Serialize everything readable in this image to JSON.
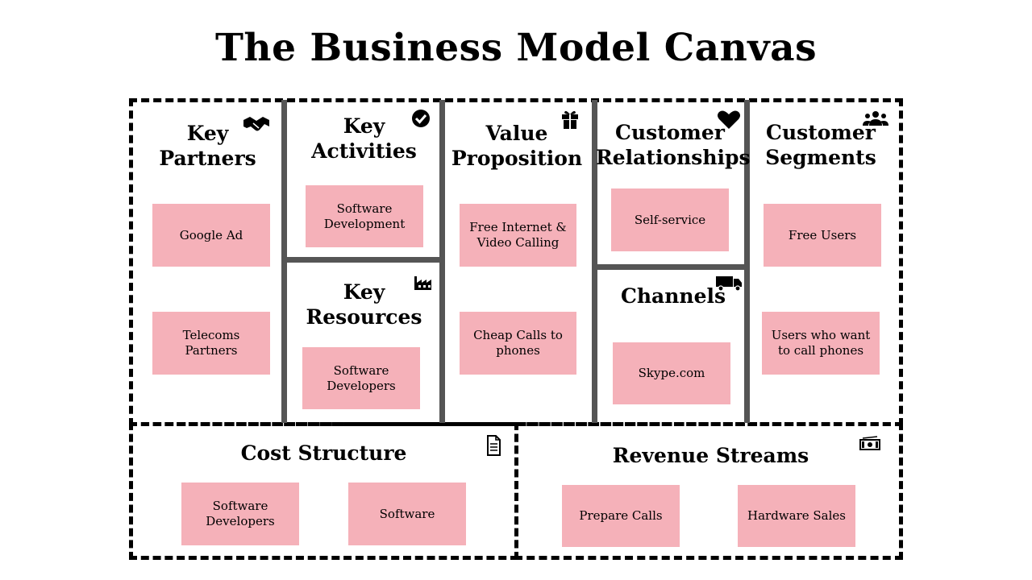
{
  "title": "The Business Model Canvas",
  "sections": {
    "key_partners": {
      "heading": "Key\nPartners",
      "icon": "handshake-icon",
      "items": [
        "Google Ad",
        "Telecoms\nPartners"
      ]
    },
    "key_activities": {
      "heading": "Key\nActivities",
      "icon": "checkmark-icon",
      "items": [
        "Software\nDevelopment"
      ]
    },
    "key_resources": {
      "heading": "Key\nResources",
      "icon": "factory-icon",
      "items": [
        "Software\nDevelopers"
      ]
    },
    "value_proposition": {
      "heading": "Value\nProposition",
      "icon": "gift-icon",
      "items": [
        "Free Internet &\nVideo Calling",
        "Cheap Calls to\nphones"
      ]
    },
    "customer_relationships": {
      "heading": "Customer\nRelationships",
      "icon": "heart-icon",
      "items": [
        "Self-service"
      ]
    },
    "channels": {
      "heading": "Channels",
      "icon": "truck-icon",
      "items": [
        "Skype.com"
      ]
    },
    "customer_segments": {
      "heading": "Customer\nSegments",
      "icon": "users-icon",
      "items": [
        "Free Users",
        "Users who want\nto call phones"
      ]
    },
    "cost_structure": {
      "heading": "Cost Structure",
      "icon": "document-icon",
      "items": [
        "Software\nDevelopers",
        "Software"
      ]
    },
    "revenue_streams": {
      "heading": "Revenue Streams",
      "icon": "money-icon",
      "items": [
        "Prepare Calls",
        "Hardware Sales"
      ]
    }
  },
  "colors": {
    "note": "#f5b1b9",
    "divider": "#555555",
    "border": "#000000"
  }
}
